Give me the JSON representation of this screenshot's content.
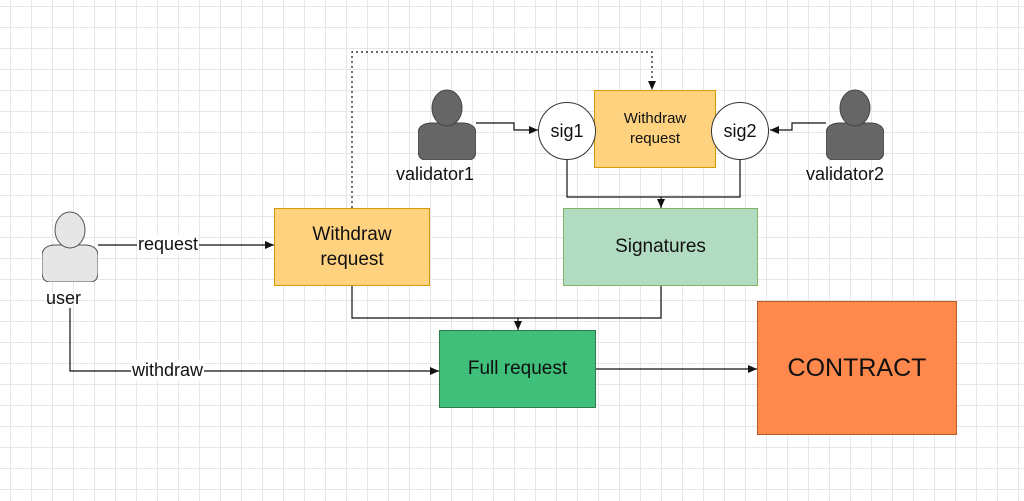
{
  "nodes": {
    "withdraw_request_main": "Withdraw\nrequest",
    "withdraw_request_top": "Withdraw\nrequest",
    "signatures": "Signatures",
    "full_request": "Full request",
    "contract": "CONTRACT",
    "sig1": "sig1",
    "sig2": "sig2"
  },
  "actors": {
    "user": "user",
    "validator1": "validator1",
    "validator2": "validator2"
  },
  "edges": {
    "request": "request",
    "withdraw": "withdraw"
  },
  "colors": {
    "withdraw_fill": "#ffd27f",
    "signatures_fill": "#b2dcc1",
    "full_request_fill": "#3fbf7a",
    "contract_fill": "#ff884d",
    "validator_fill": "#666666",
    "user_fill": "#e6e6e6"
  }
}
